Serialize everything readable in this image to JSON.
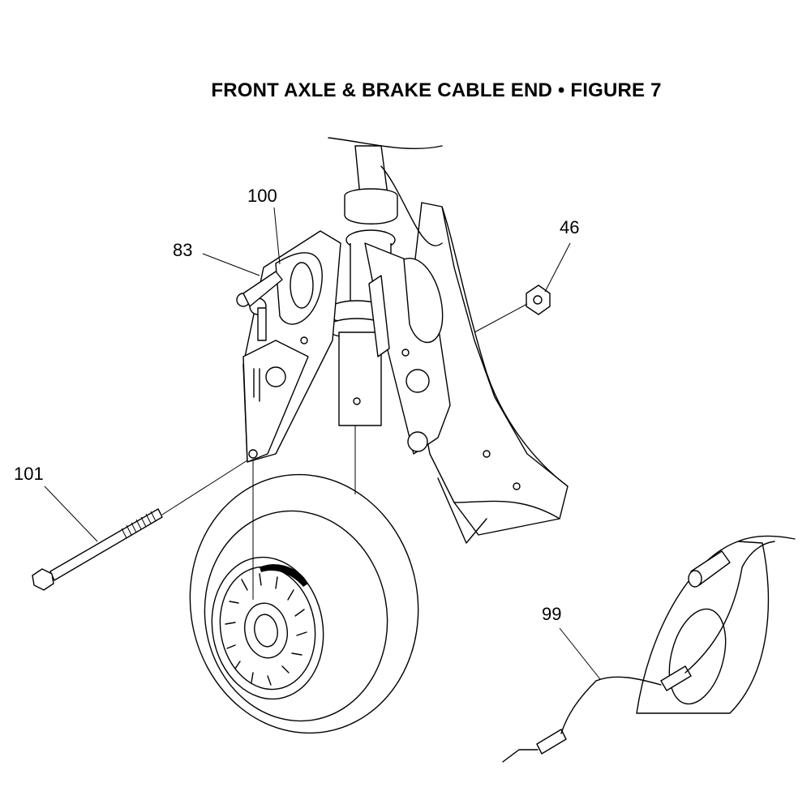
{
  "title": "FRONT AXLE & BRAKE CABLE END  •  FIGURE 7",
  "callouts": {
    "c100": "100",
    "c83": "83",
    "c46": "46",
    "c101": "101",
    "c99": "99"
  }
}
